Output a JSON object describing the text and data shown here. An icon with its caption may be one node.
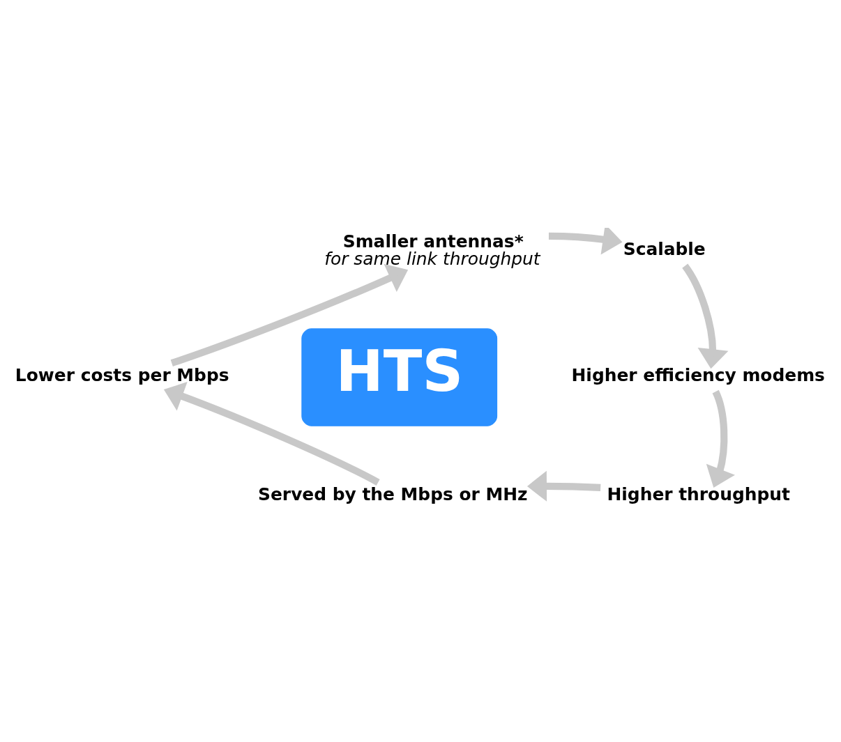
{
  "diagram": {
    "nodes": [
      {
        "text": [
          "HTS"
        ]
      },
      {
        "text": [
          "Smaller antennas*",
          "for same link throughput"
        ]
      },
      {
        "text": [
          "Scalable"
        ]
      },
      {
        "text": [
          "Higher efficiency modems"
        ]
      },
      {
        "text": [
          "Higher throughput"
        ]
      },
      {
        "text": [
          "Served by the Mbps or MHz"
        ]
      },
      {
        "text": [
          "Lower costs per Mbps"
        ]
      }
    ],
    "edges": [
      {
        "from": 1,
        "to": 2,
        "arrow": "to"
      },
      {
        "from": 2,
        "to": 3,
        "arrow": "to"
      },
      {
        "from": 3,
        "to": 4,
        "arrow": "to"
      },
      {
        "from": 4,
        "to": 5,
        "arrow": "to"
      },
      {
        "from": 5,
        "to": 6,
        "arrow": "to"
      },
      {
        "from": 6,
        "to": 1,
        "arrow": "to"
      }
    ]
  }
}
